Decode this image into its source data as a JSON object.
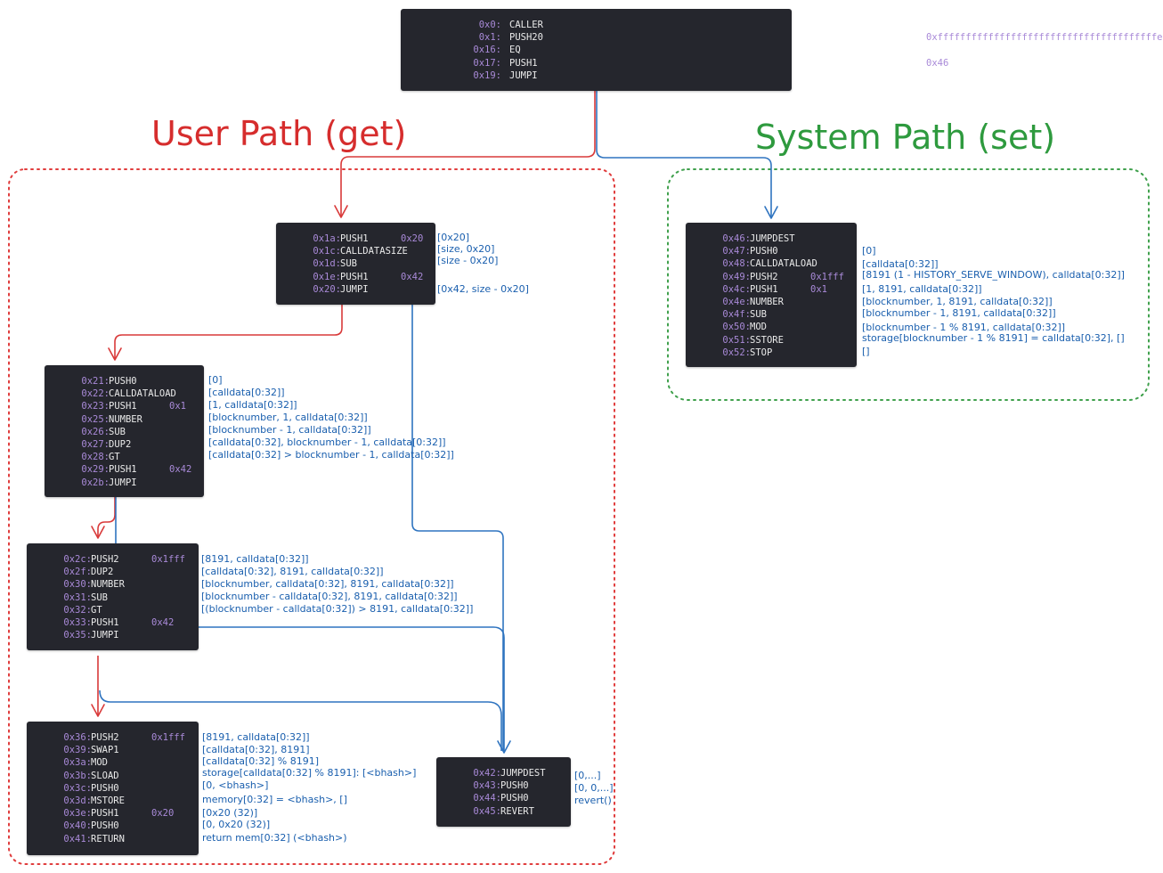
{
  "paths": {
    "user_title": "User Path (get)",
    "system_title": "System Path (set)"
  },
  "colors": {
    "user": "#d62d2d",
    "system": "#2e9a3e",
    "edge_red": "#d93a3a",
    "edge_blue": "#2f74c0",
    "block_bg": "#25262d",
    "addr_text": "#a98ad8",
    "op_text": "#eaeaea",
    "stack_text": "#1a5fae"
  },
  "blocks": [
    {
      "id": "entry",
      "rows": [
        {
          "addr": "0x0:",
          "op": "CALLER",
          "arg": ""
        },
        {
          "addr": "0x1:",
          "op": "PUSH20",
          "arg": "0xfffffffffffffffffffffffffffffffffffffffe"
        },
        {
          "addr": "0x16:",
          "op": "EQ",
          "arg": ""
        },
        {
          "addr": "0x17:",
          "op": "PUSH1",
          "arg": "0x46"
        },
        {
          "addr": "0x19:",
          "op": "JUMPI",
          "arg": ""
        }
      ],
      "stack": []
    },
    {
      "id": "user-head",
      "rows": [
        {
          "addr": "0x1a:",
          "op": "PUSH1",
          "arg": "0x20"
        },
        {
          "addr": "0x1c:",
          "op": "CALLDATASIZE",
          "arg": ""
        },
        {
          "addr": "0x1d:",
          "op": "SUB",
          "arg": ""
        },
        {
          "addr": "0x1e:",
          "op": "PUSH1",
          "arg": "0x42"
        },
        {
          "addr": "0x20:",
          "op": "JUMPI",
          "arg": ""
        }
      ],
      "stack": [
        "[0x20]",
        "[size, 0x20]",
        "[size - 0x20]",
        "",
        "[0x42, size - 0x20]"
      ]
    },
    {
      "id": "user-check-1",
      "rows": [
        {
          "addr": "0x21:",
          "op": "PUSH0",
          "arg": ""
        },
        {
          "addr": "0x22:",
          "op": "CALLDATALOAD",
          "arg": ""
        },
        {
          "addr": "0x23:",
          "op": "PUSH1",
          "arg": "0x1"
        },
        {
          "addr": "0x25:",
          "op": "NUMBER",
          "arg": ""
        },
        {
          "addr": "0x26:",
          "op": "SUB",
          "arg": ""
        },
        {
          "addr": "0x27:",
          "op": "DUP2",
          "arg": ""
        },
        {
          "addr": "0x28:",
          "op": "GT",
          "arg": ""
        },
        {
          "addr": "0x29:",
          "op": "PUSH1",
          "arg": "0x42"
        },
        {
          "addr": "0x2b:",
          "op": "JUMPI",
          "arg": ""
        }
      ],
      "stack": [
        "[0]",
        "[calldata[0:32]]",
        "[1, calldata[0:32]]",
        "[blocknumber, 1, calldata[0:32]]",
        "[blocknumber - 1, calldata[0:32]]",
        "[calldata[0:32], blocknumber - 1, calldata[0:32]]",
        "[calldata[0:32] > blocknumber - 1, calldata[0:32]]"
      ]
    },
    {
      "id": "user-check-2",
      "rows": [
        {
          "addr": "0x2c:",
          "op": "PUSH2",
          "arg": "0x1fff"
        },
        {
          "addr": "0x2f:",
          "op": "DUP2",
          "arg": ""
        },
        {
          "addr": "0x30:",
          "op": "NUMBER",
          "arg": ""
        },
        {
          "addr": "0x31:",
          "op": "SUB",
          "arg": ""
        },
        {
          "addr": "0x32:",
          "op": "GT",
          "arg": ""
        },
        {
          "addr": "0x33:",
          "op": "PUSH1",
          "arg": "0x42"
        },
        {
          "addr": "0x35:",
          "op": "JUMPI",
          "arg": ""
        }
      ],
      "stack": [
        "[8191, calldata[0:32]]",
        "[calldata[0:32], 8191, calldata[0:32]]",
        "[blocknumber, calldata[0:32], 8191, calldata[0:32]]",
        "[blocknumber - calldata[0:32], 8191, calldata[0:32]]",
        "[(blocknumber - calldata[0:32]) > 8191, calldata[0:32]]"
      ]
    },
    {
      "id": "user-read",
      "rows": [
        {
          "addr": "0x36:",
          "op": "PUSH2",
          "arg": "0x1fff"
        },
        {
          "addr": "0x39:",
          "op": "SWAP1",
          "arg": ""
        },
        {
          "addr": "0x3a:",
          "op": "MOD",
          "arg": ""
        },
        {
          "addr": "0x3b:",
          "op": "SLOAD",
          "arg": ""
        },
        {
          "addr": "0x3c:",
          "op": "PUSH0",
          "arg": ""
        },
        {
          "addr": "0x3d:",
          "op": "MSTORE",
          "arg": ""
        },
        {
          "addr": "0x3e:",
          "op": "PUSH1",
          "arg": "0x20"
        },
        {
          "addr": "0x40:",
          "op": "PUSH0",
          "arg": ""
        },
        {
          "addr": "0x41:",
          "op": "RETURN",
          "arg": ""
        }
      ],
      "stack": [
        "[8191, calldata[0:32]]",
        "[calldata[0:32], 8191]",
        "[calldata[0:32] % 8191]",
        "storage[calldata[0:32] % 8191]: [<bhash>]",
        "[0, <bhash>]",
        "memory[0:32] = <bhash>, []",
        "[0x20 (32)]",
        "[0, 0x20 (32)]",
        "return mem[0:32] (<bhash>)"
      ]
    },
    {
      "id": "revert",
      "rows": [
        {
          "addr": "0x42:",
          "op": "JUMPDEST",
          "arg": ""
        },
        {
          "addr": "0x43:",
          "op": "PUSH0",
          "arg": ""
        },
        {
          "addr": "0x44:",
          "op": "PUSH0",
          "arg": ""
        },
        {
          "addr": "0x45:",
          "op": "REVERT",
          "arg": ""
        }
      ],
      "stack": [
        "[0,...]",
        "[0, 0,...]",
        "revert()"
      ]
    },
    {
      "id": "system-set",
      "rows": [
        {
          "addr": "0x46:",
          "op": "JUMPDEST",
          "arg": ""
        },
        {
          "addr": "0x47:",
          "op": "PUSH0",
          "arg": ""
        },
        {
          "addr": "0x48:",
          "op": "CALLDATALOAD",
          "arg": ""
        },
        {
          "addr": "0x49:",
          "op": "PUSH2",
          "arg": "0x1fff"
        },
        {
          "addr": "0x4c:",
          "op": "PUSH1",
          "arg": "0x1"
        },
        {
          "addr": "0x4e:",
          "op": "NUMBER",
          "arg": ""
        },
        {
          "addr": "0x4f:",
          "op": "SUB",
          "arg": ""
        },
        {
          "addr": "0x50:",
          "op": "MOD",
          "arg": ""
        },
        {
          "addr": "0x51:",
          "op": "SSTORE",
          "arg": ""
        },
        {
          "addr": "0x52:",
          "op": "STOP",
          "arg": ""
        }
      ],
      "stack": [
        "[0]",
        "[calldata[0:32]]",
        "[8191 (1 - HISTORY_SERVE_WINDOW), calldata[0:32]]",
        "[1, 8191, calldata[0:32]]",
        "[blocknumber, 1, 8191, calldata[0:32]]",
        "[blocknumber - 1, 8191, calldata[0:32]]",
        "[blocknumber - 1 % 8191, calldata[0:32]]",
        "storage[blocknumber - 1 % 8191] = calldata[0:32], []",
        "[]"
      ]
    }
  ]
}
